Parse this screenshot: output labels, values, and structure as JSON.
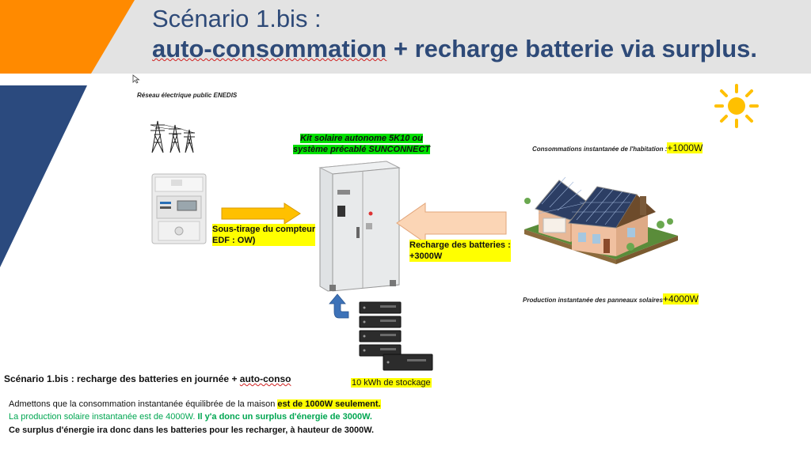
{
  "header": {
    "title_line1": "Scénario 1.bis :",
    "title_line2_part1": "auto-consommation",
    "title_line2_part2": " + recharge batterie via surplus."
  },
  "grid": {
    "label": "Réseau électrique public ENEDIS"
  },
  "kit": {
    "line1": "Kit solaire autonome 5K10 ou",
    "line2": "système précablé SUNCONNECT"
  },
  "meter_arrow": {
    "line1": "Sous-tirage du compteur",
    "line2": "EDF : OW)"
  },
  "house_arrow": {
    "line1": "Recharge des batteries :",
    "line2": "+3000W"
  },
  "consumption": {
    "label": "Consommations instantanée de l'habitation :",
    "value": "+1000W"
  },
  "production": {
    "label": "Production instantanée des panneaux solaires",
    "value": "+4000W"
  },
  "storage": {
    "label": "10 kWh de stockage"
  },
  "summary": {
    "title_part1": "Scénario 1.bis : recharge des batteries en journée + ",
    "title_part2": "auto-conso",
    "line1_text": "Admettons que la consommation instantanée équilibrée de la maison ",
    "line1_highlight": "est de 1000W seulement.",
    "line2_text": "La production solaire instantanée est de 4000W. ",
    "line2_bold": "Il y'a donc un surplus d'énergie de 3000W.",
    "line3": "Ce surplus d'énergie ira donc dans les batteries pour les recharger, à hauteur de 3000W."
  },
  "colors": {
    "title": "#2e4a78",
    "orange": "#ff8a00",
    "navy": "#2b4a7e",
    "green_text": "#00a651",
    "highlight_yellow": "#ffff00",
    "highlight_green": "#00e000"
  },
  "icons": [
    "pylon-icon",
    "sun-icon",
    "cursor-icon",
    "return-arrow-icon"
  ]
}
